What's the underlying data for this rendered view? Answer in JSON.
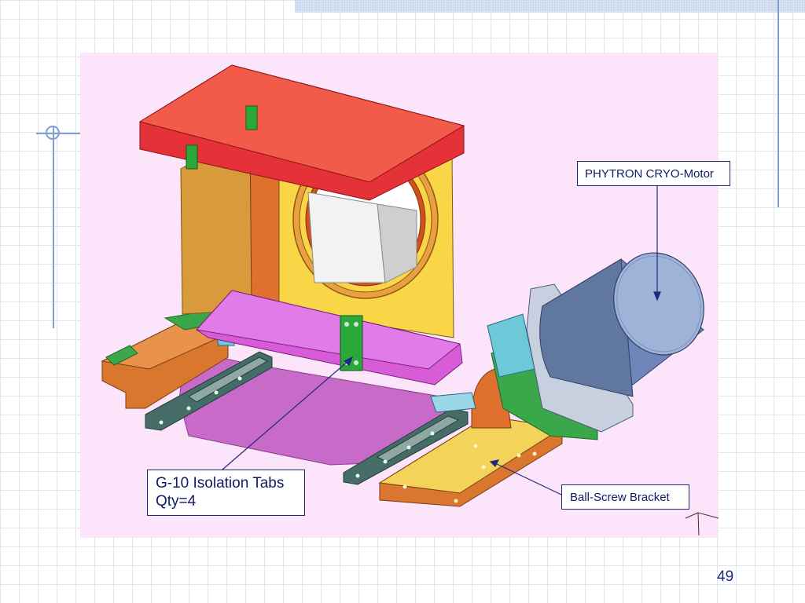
{
  "slide": {
    "page_number": "49",
    "callouts": {
      "motor": "PHYTRON CRYO-Motor",
      "bracket": "Ball-Screw Bracket",
      "g10_line1": "G-10 Isolation Tabs",
      "g10_line2": "Qty=4"
    }
  },
  "colors": {
    "panel_background": "#fce4fb",
    "top_plate": "#e53238",
    "housing_front": "#f9d548",
    "housing_side": "#e0702e",
    "tray": "#d85cd8",
    "base_plate": "#c86ac8",
    "rails": "#466c68",
    "brackets": "#d9772f",
    "motor_body": "#6f86bb",
    "motor_flange": "#c8d0e0",
    "tabs": "#2ca83a",
    "callout_border": "#1f2b7a",
    "leader_lines": "#1f2b7a"
  }
}
